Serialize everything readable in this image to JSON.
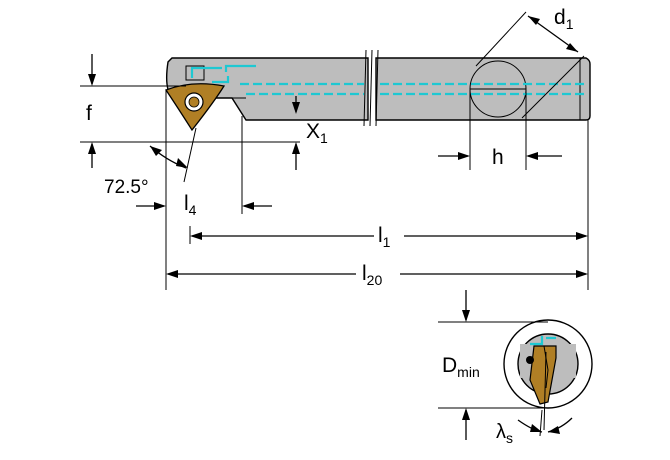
{
  "labels": {
    "d1_main": "d",
    "d1_sub": "1",
    "f": "f",
    "x1_main": "X",
    "x1_sub": "1",
    "h": "h",
    "angle": "72.5°",
    "l4_main": "l",
    "l4_sub": "4",
    "l1_main": "l",
    "l1_sub": "1",
    "l20_main": "l",
    "l20_sub": "20",
    "dmin_main": "D",
    "dmin_sub": "min",
    "lambda_main": "λ",
    "lambda_sub": "s"
  },
  "colors": {
    "body": "#bdbdbd",
    "coolant": "#1ec8d2",
    "insert": "#b07f25"
  }
}
